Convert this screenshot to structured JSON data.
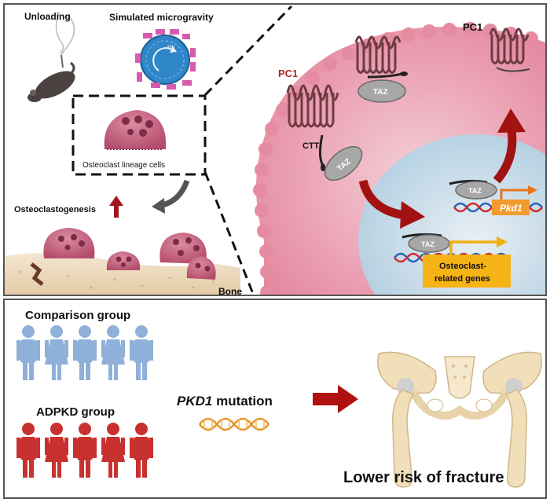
{
  "top_panel": {
    "unloading_label": "Unloading",
    "simulated_microgravity_label": "Simulated microgravity",
    "rotator_time_label": "48h",
    "osteoclast_lineage_label": "Osteoclast lineage cells",
    "osteoclastogenesis_label": "Osteoclastogenesis",
    "bone_label": "Bone",
    "pc1_left_label": "PC1",
    "pc1_right_label": "PC1",
    "ctt_label": "CTT",
    "taz_labels": [
      "TAZ",
      "TAZ",
      "TAZ",
      "TAZ"
    ],
    "pkd1_gene_label": "Pkd1",
    "osteoclast_genes_label_line1": "Osteoclast-",
    "osteoclast_genes_label_line2": "related genes"
  },
  "bottom_panel": {
    "comparison_group_label": "Comparison group",
    "adpkd_group_label": "ADPKD group",
    "mutation_gene": "PKD1",
    "mutation_word": " mutation",
    "outcome_label": "Lower risk of fracture"
  },
  "colors": {
    "comparison_people": "#8fb0d8",
    "adpkd_people": "#c8312f",
    "arrow_red": "#b01010",
    "pc1_red": "#b0282a",
    "taz_grey": "#a7a7a7",
    "cytoplasm_pink": "#e8a3b4",
    "nucleus_blue": "#d2e6f1",
    "pkd1_box": "#f39b2e",
    "genes_box": "#f6b316",
    "osteoclast_pink": "#c9607d",
    "bone_beige": "#ecd9bd"
  }
}
